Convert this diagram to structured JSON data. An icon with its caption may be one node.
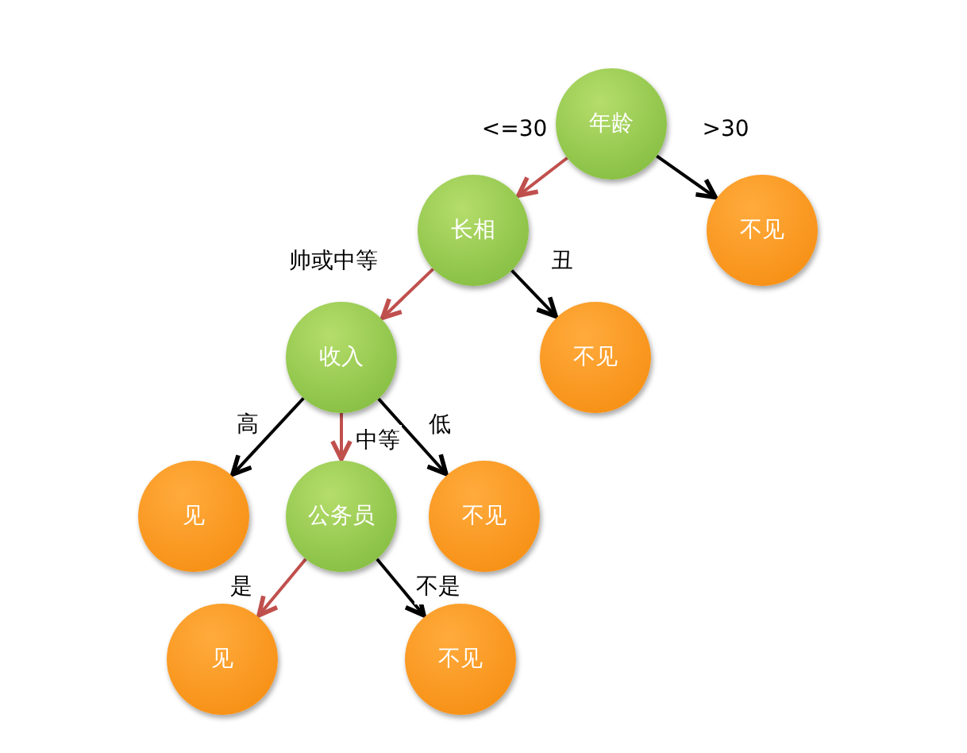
{
  "diagram": {
    "nodes": [
      {
        "text": [
          "年龄"
        ]
      },
      {
        "text": [
          "不见"
        ]
      },
      {
        "text": [
          "长相"
        ]
      },
      {
        "text": [
          "不见"
        ]
      },
      {
        "text": [
          "收入"
        ]
      },
      {
        "text": [
          "见"
        ]
      },
      {
        "text": [
          "公务员"
        ]
      },
      {
        "text": [
          "不见"
        ]
      },
      {
        "text": [
          "见"
        ]
      },
      {
        "text": [
          "不见"
        ]
      }
    ],
    "edges": [
      {
        "from": 0,
        "to": 2,
        "arrow": "to",
        "label": "<=30",
        "color": "#c0504d"
      },
      {
        "from": 0,
        "to": 1,
        "arrow": "to",
        "label": ">30"
      },
      {
        "from": 2,
        "to": 4,
        "arrow": "to",
        "label": "帅或中等",
        "color": "#c0504d"
      },
      {
        "from": 2,
        "to": 3,
        "arrow": "to",
        "label": "丑"
      },
      {
        "from": 4,
        "to": 5,
        "arrow": "to",
        "label": "高"
      },
      {
        "from": 4,
        "to": 6,
        "arrow": "to",
        "label": "中等",
        "color": "#c0504d"
      },
      {
        "from": 4,
        "to": 7,
        "arrow": "to",
        "label": "低"
      },
      {
        "from": 6,
        "to": 8,
        "arrow": "to",
        "label": "是",
        "color": "#c0504d"
      },
      {
        "from": 6,
        "to": 9,
        "arrow": "to",
        "label": "不是"
      }
    ]
  }
}
